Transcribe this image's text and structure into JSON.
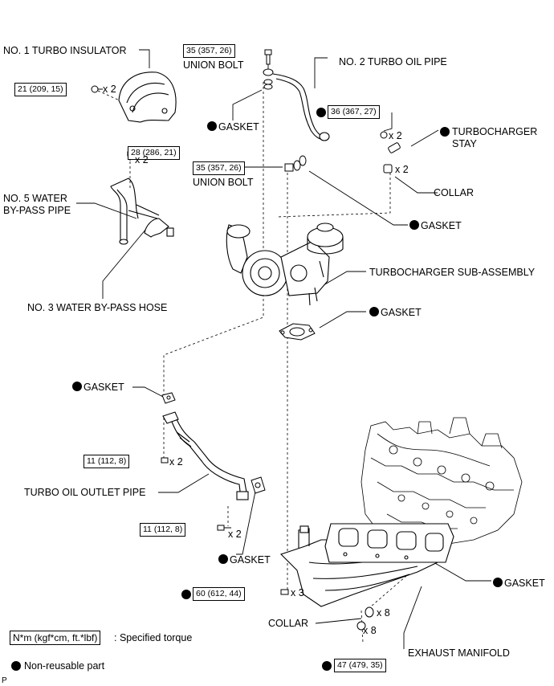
{
  "labels": {
    "no1_turbo_insulator": "NO. 1 TURBO INSULATOR",
    "union_bolt_top": "UNION BOLT",
    "no2_turbo_oil_pipe": "NO. 2 TURBO OIL PIPE",
    "gasket_top": "GASKET",
    "turbocharger_stay": "TURBOCHARGER\nSTAY",
    "collar_top": "COLLAR",
    "union_bolt_mid": "UNION BOLT",
    "gasket_mid": "GASKET",
    "no5_water_bypass_pipe": "NO. 5 WATER\nBY-PASS PIPE",
    "turbocharger_sub_assembly": "TURBOCHARGER SUB-ASSEMBLY",
    "no3_water_bypass_hose": "NO. 3 WATER BY-PASS HOSE",
    "gasket_turbo_outlet": "GASKET",
    "gasket_left": "GASKET",
    "turbo_oil_outlet_pipe": "TURBO OIL OUTLET PIPE",
    "gasket_lower": "GASKET",
    "gasket_manifold": "GASKET",
    "collar_bottom": "COLLAR",
    "exhaust_manifold": "EXHAUST MANIFOLD"
  },
  "torques": {
    "t21": "21 (209, 15)",
    "t35a": "35 (357, 26)",
    "t36": "36 (367, 27)",
    "t28": "28 (286, 21)",
    "t35b": "35 (357, 26)",
    "t11a": "11 (112, 8)",
    "t11b": "11 (112, 8)",
    "t60": "60 (612, 44)",
    "t47": "47 (479, 35)"
  },
  "quantities": {
    "q_insulator_bolt": "x 2",
    "q_stay_bolt": "x 2",
    "q_collar_top": "x 2",
    "q_bypass_bolt": "x 2",
    "q_outlet_nut": "x 2",
    "q_outlet_bolt": "x 2",
    "q_turbo_nut": "x 3",
    "q_collar_bottom": "x 8",
    "q_manifold_nut": "x 8"
  },
  "legend": {
    "torque_format": "N*m (kgf*cm, ft.*lbf)",
    "torque_desc": ": Specified torque",
    "nonreusable_desc": "Non-reusable part"
  },
  "figure_code": "P"
}
